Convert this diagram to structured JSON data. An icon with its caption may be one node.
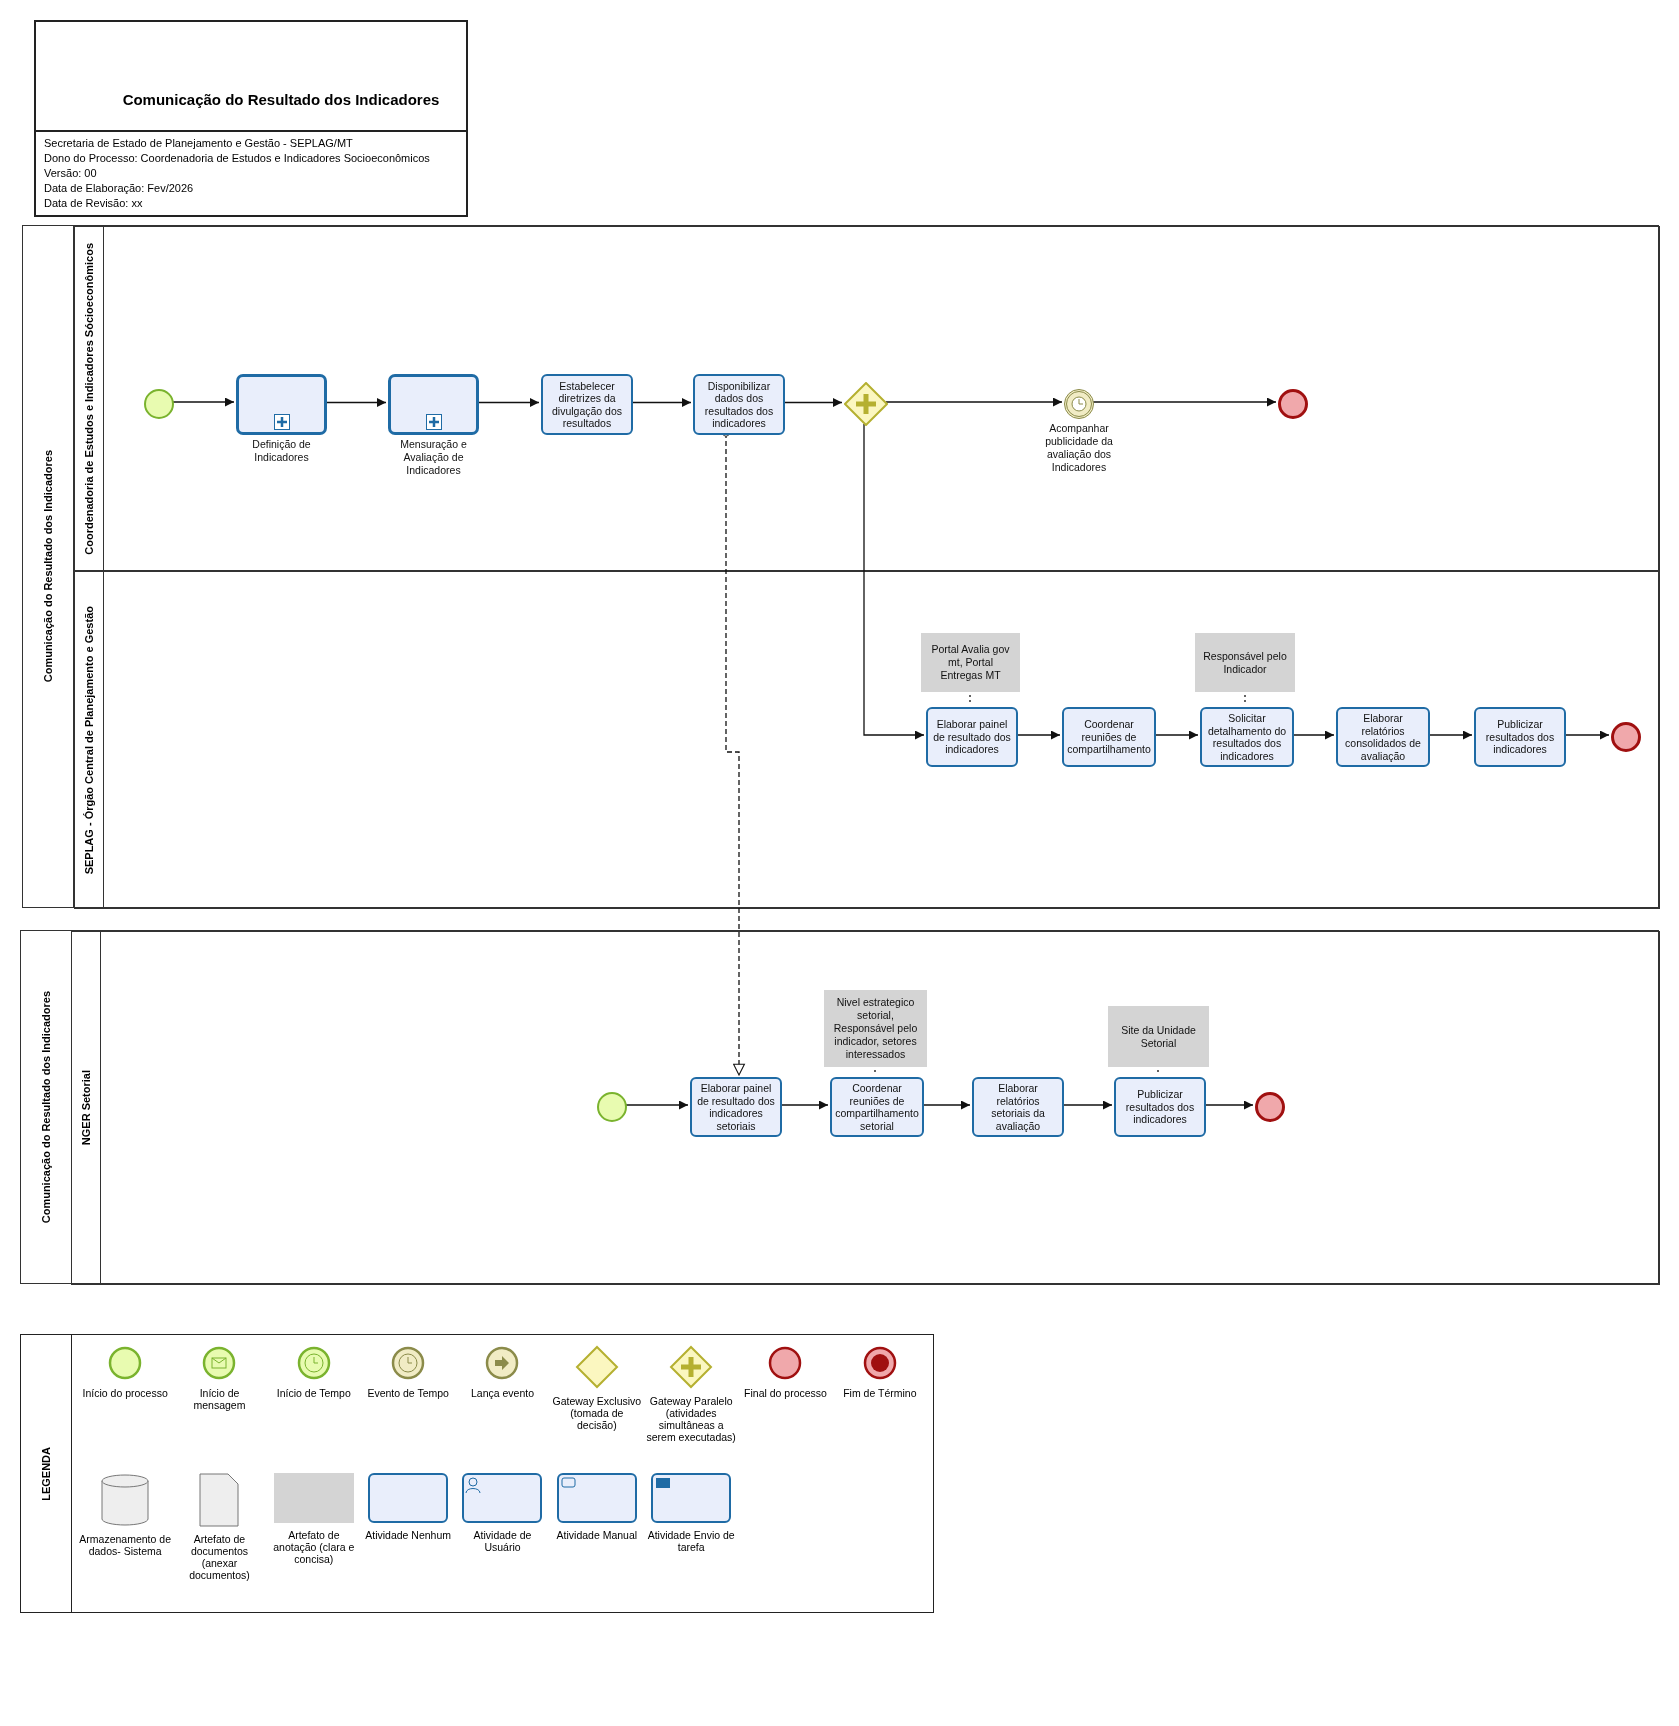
{
  "diagram": {
    "title": "Comunicação do Resultado dos Indicadores",
    "nodes": [
      {
        "text": [
          "Comunicação do Resultado dos Indicadores"
        ]
      },
      {
        "text": [
          "Coordenadoria de Estudos e Indicadores Sócioeconômicos"
        ],
        "in": 0
      },
      {
        "text": [
          "SEPLAG - Órgão Central de Planejamento e Gestão"
        ],
        "in": 0
      },
      {
        "text": [],
        "shape": "circle",
        "in": 1
      },
      {
        "text": [
          "Definição de Indicadores"
        ],
        "in": 1
      },
      {
        "text": [
          "Mensuração e Avaliação de Indicadores"
        ],
        "in": 1
      },
      {
        "text": [
          "Estabelecer diretrizes da divulgação dos resultados"
        ],
        "in": 1
      },
      {
        "text": [
          "Disponibilizar dados dos resultados dos indicadores"
        ],
        "in": 1
      },
      {
        "text": [],
        "shape": "diamond",
        "in": 1
      },
      {
        "text": [
          "Acompanhar publicidade da avaliação dos Indicadores"
        ],
        "in": 1
      },
      {
        "text": [],
        "shape": "circle",
        "in": 1
      },
      {
        "text": [
          "Portal Avalia gov mt, Portal Entregas MT"
        ],
        "in": 2
      },
      {
        "text": [
          "Elaborar painel de resultado dos indicadores"
        ],
        "in": 2
      },
      {
        "text": [
          "Coordenar reuniões de compartilhamento"
        ],
        "in": 2
      },
      {
        "text": [
          "Responsável pelo Indicador"
        ],
        "in": 2
      },
      {
        "text": [
          "Solicitar detalhamento do resultados dos indicadores"
        ],
        "in": 2
      },
      {
        "text": [
          "Elaborar relatórios consolidados de avaliação"
        ],
        "in": 2
      },
      {
        "text": [
          "Publicizar resultados dos indicadores"
        ],
        "in": 2
      },
      {
        "text": [],
        "shape": "circle",
        "in": 2
      },
      {
        "text": [
          "Comunicação do Resultado dos Indicadores"
        ]
      },
      {
        "text": [
          "NGER Setorial"
        ],
        "in": 19
      },
      {
        "text": [],
        "shape": "circle",
        "in": 20
      },
      {
        "text": [
          "Elaborar painel de resultado dos indicadores setoriais"
        ],
        "in": 20
      },
      {
        "text": [
          "Nivel estrategico setorial, Responsável pelo indicador, setores interessados"
        ],
        "in": 20
      },
      {
        "text": [
          "Coordenar reuniões de compartilhamento setorial"
        ],
        "in": 20
      },
      {
        "text": [
          "Elaborar relatórios setoriais da avaliação"
        ],
        "in": 20
      },
      {
        "text": [
          "Site da Unidade Setorial"
        ],
        "in": 20
      },
      {
        "text": [
          "Publicizar resultados dos indicadores"
        ],
        "in": 20
      },
      {
        "text": [],
        "shape": "circle",
        "in": 20
      }
    ],
    "edges": [
      {
        "from": 3,
        "to": 4,
        "arrow": "to"
      },
      {
        "from": 4,
        "to": 5,
        "arrow": "to"
      },
      {
        "from": 5,
        "to": 6,
        "arrow": "to"
      },
      {
        "from": 6,
        "to": 7,
        "arrow": "to"
      },
      {
        "from": 7,
        "to": 8,
        "arrow": "to"
      },
      {
        "from": 8,
        "to": 9,
        "arrow": "to"
      },
      {
        "from": 9,
        "to": 10,
        "arrow": "to"
      },
      {
        "from": 8,
        "to": 12,
        "arrow": "to"
      },
      {
        "from": 11,
        "to": 12,
        "arrow": "none",
        "style": "dashed"
      },
      {
        "from": 12,
        "to": 13,
        "arrow": "to"
      },
      {
        "from": 13,
        "to": 15,
        "arrow": "to"
      },
      {
        "from": 14,
        "to": 15,
        "arrow": "none",
        "style": "dashed"
      },
      {
        "from": 15,
        "to": 16,
        "arrow": "to"
      },
      {
        "from": 16,
        "to": 17,
        "arrow": "to"
      },
      {
        "from": 17,
        "to": 18,
        "arrow": "to"
      },
      {
        "from": 7,
        "to": 22,
        "arrow": "to",
        "style": "dashed"
      },
      {
        "from": 21,
        "to": 22,
        "arrow": "to"
      },
      {
        "from": 22,
        "to": 24,
        "arrow": "to"
      },
      {
        "from": 23,
        "to": 24,
        "arrow": "none",
        "style": "dashed"
      },
      {
        "from": 24,
        "to": 25,
        "arrow": "to"
      },
      {
        "from": 25,
        "to": 27,
        "arrow": "to"
      },
      {
        "from": 26,
        "to": 27,
        "arrow": "none",
        "style": "dashed"
      },
      {
        "from": 27,
        "to": 28,
        "arrow": "to"
      }
    ],
    "labels": [
      "Secretaria de Estado de Planejamento e Gestão - SEPLAG/MT",
      "Dono do Processo: Coordenadoria de Estudos e Indicadores Socioeconômicos",
      "Versão: 00",
      "Data de Elaboração: Fev/2026",
      "Data de Revisão: xx",
      "LEGENDA"
    ],
    "legend": [
      {
        "text": "Início do processo"
      },
      {
        "text": "Início de mensagem"
      },
      {
        "text": "Início de Tempo"
      },
      {
        "text": "Evento de Tempo"
      },
      {
        "text": "Lança evento"
      },
      {
        "text": "Gateway  Exclusivo (tomada de decisão)"
      },
      {
        "text": "Gateway Paralelo (atividades simultâneas a serem executadas)"
      },
      {
        "text": "Final do processo"
      },
      {
        "text": "Fim de Término"
      },
      {
        "text": "Armazenamento de dados- Sistema"
      },
      {
        "text": "Artefato de documentos (anexar documentos)"
      },
      {
        "text": "Artefato de anotação (clara e concisa)"
      },
      {
        "text": "Atividade Nenhum"
      },
      {
        "text": "Atividade de Usuário"
      },
      {
        "text": "Atividade Manual"
      },
      {
        "text": "Atividade Envio de tarefa"
      }
    ]
  }
}
